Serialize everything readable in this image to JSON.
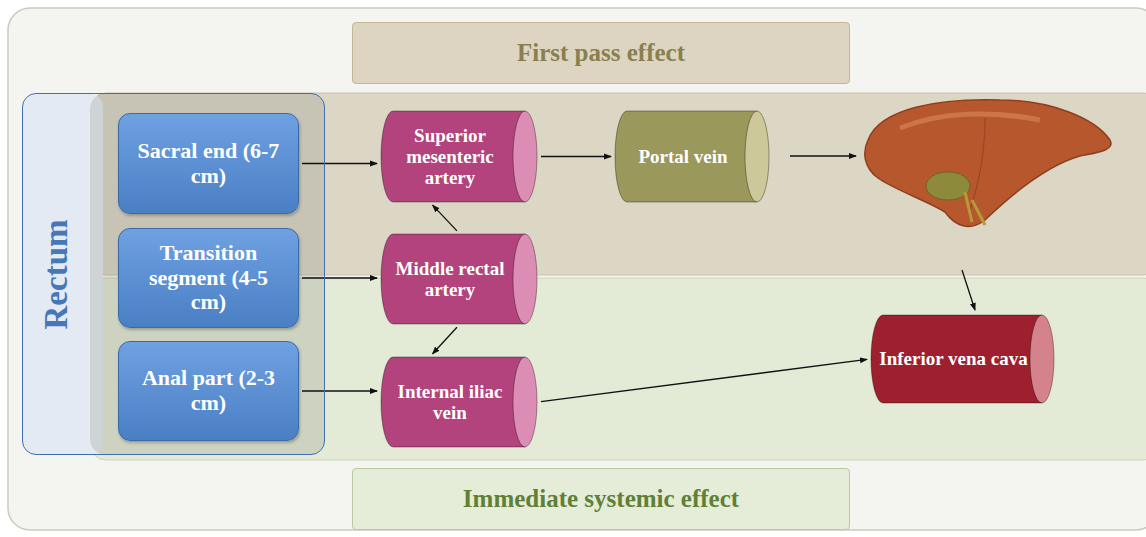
{
  "diagram": {
    "nodes": [
      {
        "text": [
          "First pass effect"
        ]
      },
      {
        "text": [
          "Immediate systemic effect"
        ]
      },
      {
        "text": [
          "Rectum"
        ]
      },
      {
        "text": [
          "Sacral end (6-7 cm)"
        ],
        "in": 2
      },
      {
        "text": [
          "Transition segment (4-5 cm)"
        ],
        "in": 2
      },
      {
        "text": [
          "Anal part (2-3 cm)"
        ],
        "in": 2
      },
      {
        "text": [
          "Superior mesenteric artery"
        ]
      },
      {
        "text": [
          "Middle rectal artery"
        ]
      },
      {
        "text": [
          "Internal iliac vein"
        ]
      },
      {
        "text": [
          "Portal vein"
        ]
      },
      {
        "text": [
          "Inferior vena cava"
        ]
      }
    ],
    "edges": [
      {
        "from": 3,
        "to": 6,
        "arrow": "to"
      },
      {
        "from": 6,
        "to": 9,
        "arrow": "to"
      },
      {
        "from": 4,
        "to": 7,
        "arrow": "to"
      },
      {
        "from": 7,
        "to": 6,
        "arrow": "to"
      },
      {
        "from": 7,
        "to": 8,
        "arrow": "to"
      },
      {
        "from": 5,
        "to": 8,
        "arrow": "to"
      },
      {
        "from": 8,
        "to": 10,
        "arrow": "to"
      }
    ]
  }
}
